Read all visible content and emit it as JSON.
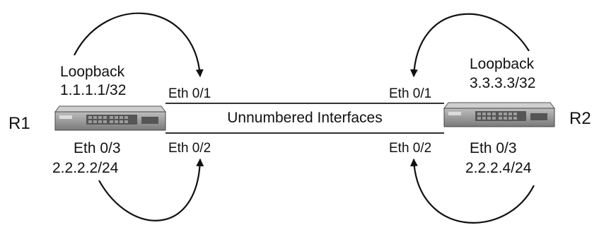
{
  "routers": {
    "r1": {
      "name": "R1",
      "loopback_label": "Loopback",
      "loopback_ip": "1.1.1.1/32",
      "port_top": "Eth 0/1",
      "port_bottom": "Eth 0/2",
      "eth03_label": "Eth 0/3",
      "eth03_ip": "2.2.2.2/24"
    },
    "r2": {
      "name": "R2",
      "loopback_label": "Loopback",
      "loopback_ip": "3.3.3.3/32",
      "port_top": "Eth 0/1",
      "port_bottom": "Eth 0/2",
      "eth03_label": "Eth 0/3",
      "eth03_ip": "2.2.2.4/24"
    }
  },
  "link_label": "Unnumbered Interfaces",
  "colors": {
    "ink": "#111111",
    "device_body": "#9a9a9a",
    "device_front": "#6e6e6e"
  },
  "icons": [
    "switch-icon",
    "curved-arrow"
  ]
}
